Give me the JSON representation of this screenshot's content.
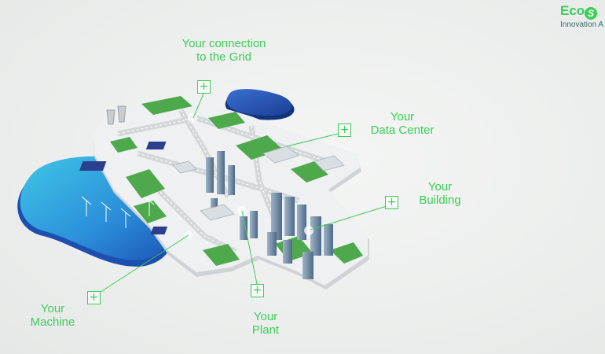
{
  "brand": {
    "name": "Eco",
    "subtitle": "Innovation A"
  },
  "hotspots": {
    "grid": {
      "label_line1": "Your connection",
      "label_line2": "to the Grid",
      "button": "+"
    },
    "data_center": {
      "label_line1": "Your",
      "label_line2": "Data Center",
      "button": "+"
    },
    "building": {
      "label_line1": "Your",
      "label_line2": "Building",
      "button": "+"
    },
    "plant": {
      "label_line1": "Your",
      "label_line2": "Plant",
      "button": "+"
    },
    "machine": {
      "label_line1": "Your",
      "label_line2": "Machine",
      "button": "+"
    }
  },
  "colors": {
    "accent": "#3dcd58",
    "water": "#2a7fd6",
    "road": "#dcdfe0",
    "grass": "#4aa84a"
  },
  "icons": [
    "plus-icon",
    "eco-logo-icon"
  ]
}
